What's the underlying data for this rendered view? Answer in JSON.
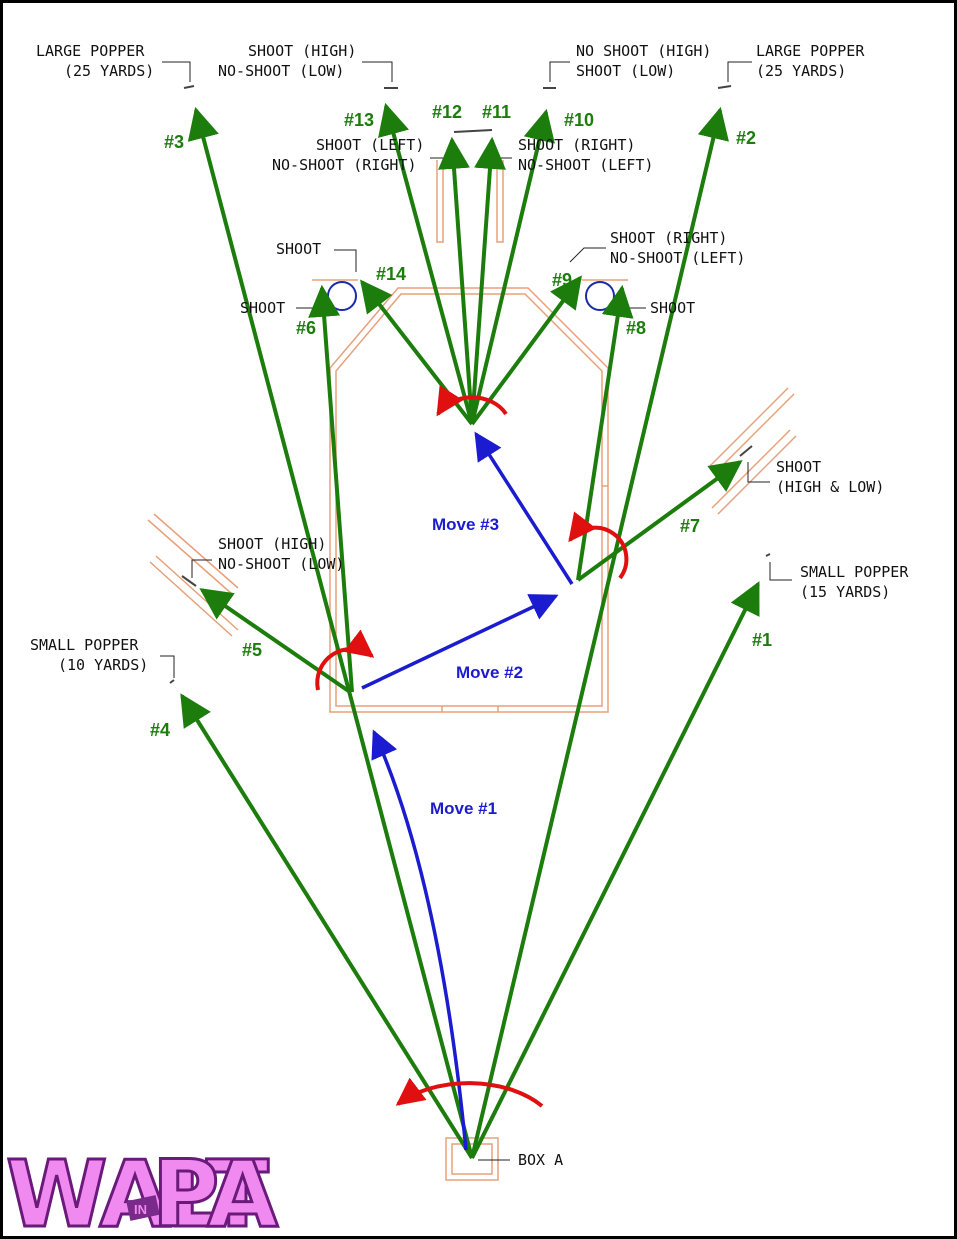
{
  "diagram": {
    "targets": {
      "large_popper_left": [
        "LARGE POPPER",
        "(25 YARDS)"
      ],
      "shoot_high_noshoot_low": [
        "SHOOT (HIGH)",
        "NO-SHOOT (LOW)"
      ],
      "noshoot_high_shoot_low": [
        "NO SHOOT (HIGH)",
        "SHOOT (LOW)"
      ],
      "large_popper_right": [
        "LARGE POPPER",
        "(25 YARDS)"
      ],
      "shoot_left_noshoot_right": [
        "SHOOT (LEFT)",
        "NO-SHOOT (RIGHT)"
      ],
      "shoot_right_noshoot_left": [
        "SHOOT (RIGHT)",
        "NO-SHOOT (LEFT)"
      ],
      "shoot_top_left": "SHOOT",
      "shoot_left": "SHOOT",
      "shoot_right_noshoot_left_2": [
        "SHOOT (RIGHT)",
        "NO-SHOOT (LEFT)"
      ],
      "shoot_right": "SHOOT",
      "shoot_high_low": [
        "SHOOT",
        "(HIGH & LOW)"
      ],
      "shoot_high_noshoot_low_2": [
        "SHOOT (HIGH)",
        "NO-SHOOT (LOW)"
      ],
      "small_popper_right": [
        "SMALL POPPER",
        "(15 YARDS)"
      ],
      "small_popper_left": [
        "SMALL POPPER",
        "(10 YARDS)"
      ],
      "box_a": "BOX A"
    },
    "shot_numbers": {
      "n1": "#1",
      "n2": "#2",
      "n3": "#3",
      "n4": "#4",
      "n5": "#5",
      "n6": "#6",
      "n7": "#7",
      "n8": "#8",
      "n9": "#9",
      "n10": "#10",
      "n11": "#11",
      "n12": "#12",
      "n13": "#13",
      "n14": "#14"
    },
    "moves": {
      "m1": "Move #1",
      "m2": "Move #2",
      "m3": "Move #3"
    },
    "logo": {
      "main": "WALT",
      "in": "IN",
      "tail": "PA"
    },
    "colors": {
      "shot": "#1c7d0c",
      "move": "#1b1bd0",
      "pivot": "#e01010",
      "structure": "#e8a07a",
      "no_shoot": "#1a2aa8"
    }
  }
}
